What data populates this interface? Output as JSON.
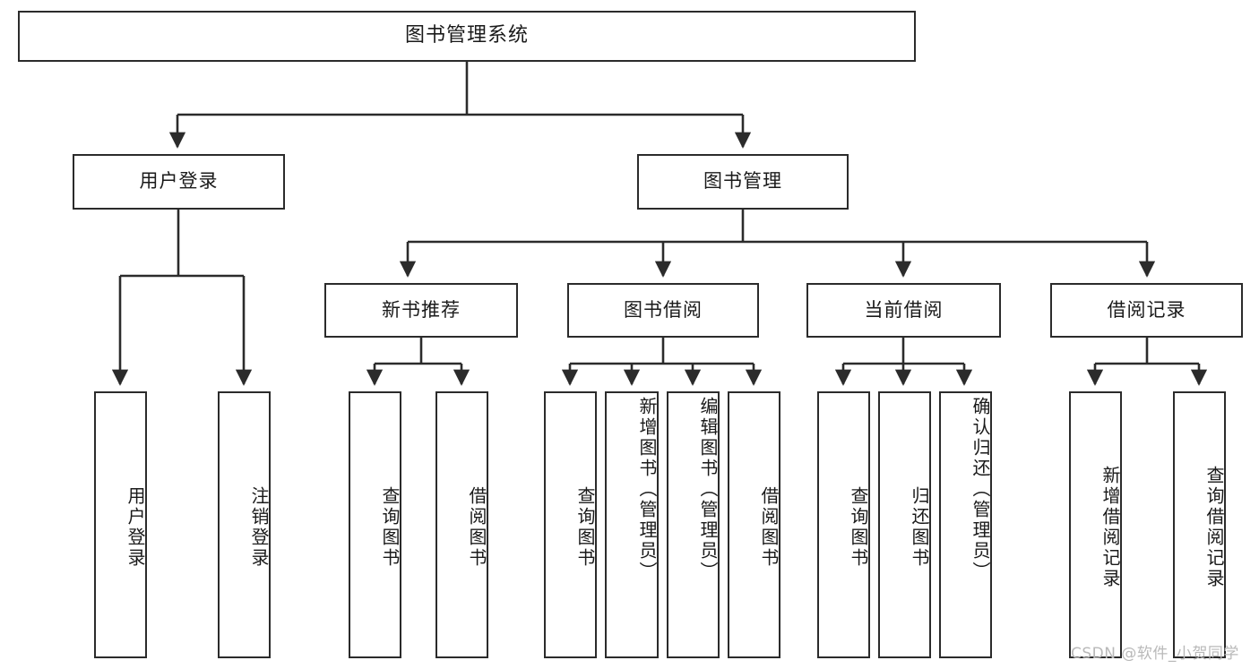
{
  "diagram": {
    "title": "图书管理系统",
    "type": "functional-structure-tree",
    "watermark": "CSDN @软件_小贺同学",
    "colors": {
      "stroke": "#2b2b2b",
      "fill": "#ffffff",
      "text": "#1a1a1a",
      "watermark": "#b9b9b9"
    },
    "levels": {
      "root": {
        "label": "图书管理系统"
      },
      "level1": [
        {
          "label": "用户登录"
        },
        {
          "label": "图书管理"
        }
      ],
      "level2": [
        {
          "label": "新书推荐"
        },
        {
          "label": "图书借阅"
        },
        {
          "label": "当前借阅"
        },
        {
          "label": "借阅记录"
        }
      ],
      "leaves": {
        "user_login": [
          {
            "label": "用户登录"
          },
          {
            "label": "注销登录"
          }
        ],
        "new_book_recommend": [
          {
            "label": "查询图书"
          },
          {
            "label": "借阅图书"
          }
        ],
        "book_borrow": [
          {
            "label": "查询图书"
          },
          {
            "label": "新增图书（管理员）"
          },
          {
            "label": "编辑图书（管理员）"
          },
          {
            "label": "借阅图书"
          }
        ],
        "current_borrow": [
          {
            "label": "查询图书"
          },
          {
            "label": "归还图书"
          },
          {
            "label": "确认归还（管理员）"
          }
        ],
        "borrow_record": [
          {
            "label": "新增借阅记录"
          },
          {
            "label": "查询借阅记录"
          }
        ]
      }
    }
  }
}
